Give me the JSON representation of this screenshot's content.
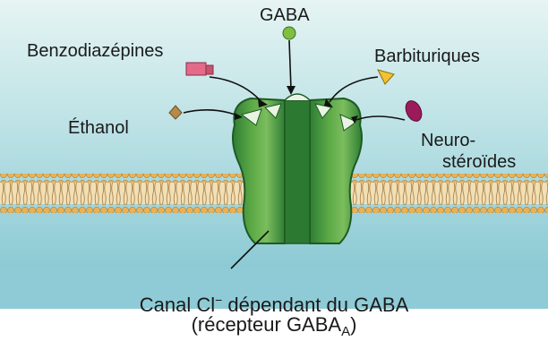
{
  "labels": {
    "gaba": "GABA",
    "benzodiazepines": "Benzodiazépines",
    "barbituriques": "Barbituriques",
    "ethanol": "Éthanol",
    "neurosteroides_line1": "Neuro-",
    "neurosteroides_line2": "stéroïdes"
  },
  "caption": {
    "line1_prefix": "Canal Cl",
    "line1_superscript": "−",
    "line1_suffix": " dépendant du GABA",
    "line2_prefix": "(récepteur GABA",
    "line2_subscript": "A",
    "line2_suffix": ")"
  },
  "colors": {
    "top_background": "#cfe9ec",
    "bottom_background": "#8ecbd6",
    "membrane_head": "#e8b25a",
    "membrane_tail": "#c9a066",
    "channel_dark": "#2f7d34",
    "channel_light": "#76b85a",
    "gaba_marker": "#7fbf3f",
    "benzodiazepine_marker": "#e46a8a",
    "barbiturate_marker": "#f1c232",
    "ethanol_marker": "#b58a4a",
    "neurosteroid_marker": "#9b1b5a"
  }
}
